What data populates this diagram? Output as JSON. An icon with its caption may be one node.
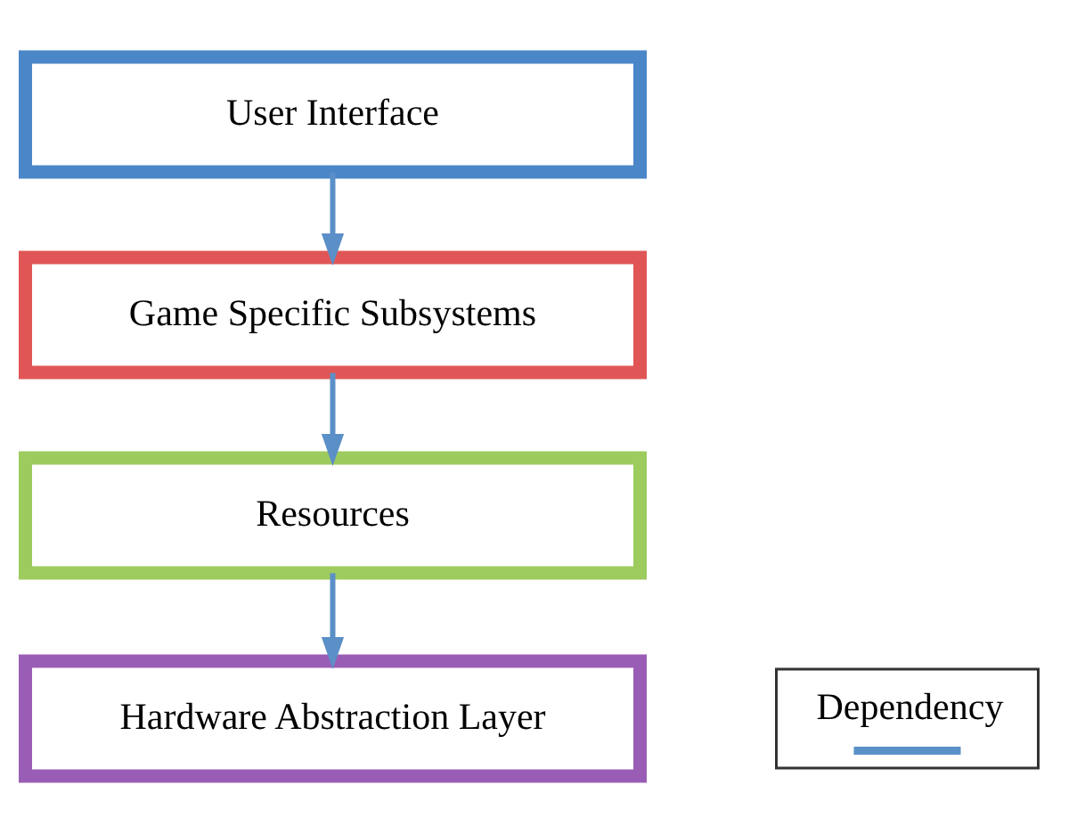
{
  "diagram": {
    "nodes": [
      {
        "text": [
          "User Interface"
        ]
      },
      {
        "text": [
          "Game Specific Subsystems"
        ]
      },
      {
        "text": [
          "Resources"
        ]
      },
      {
        "text": [
          "Hardware Abstraction Layer"
        ]
      }
    ],
    "edges": [
      {
        "from": 0,
        "to": 1,
        "arrow": "to"
      },
      {
        "from": 1,
        "to": 2,
        "arrow": "to"
      },
      {
        "from": 2,
        "to": 3,
        "arrow": "to"
      }
    ],
    "legend": [
      {
        "text": "Dependency"
      }
    ]
  }
}
